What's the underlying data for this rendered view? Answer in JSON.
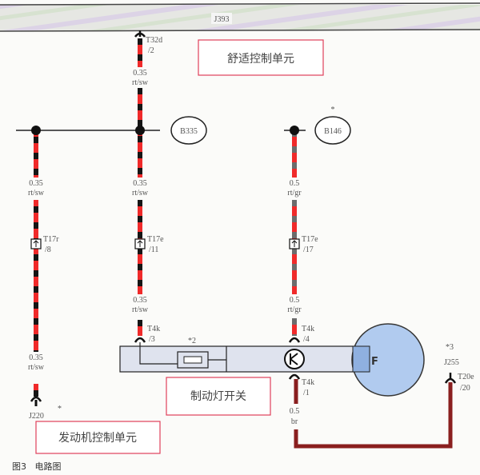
{
  "top_module": {
    "label": "J393",
    "title": "舒适控制单元"
  },
  "wire_left": {
    "upper_label": [
      "0.35",
      "rt/sw"
    ],
    "connector": [
      "T17r",
      "/8"
    ],
    "lower_label": [
      "0.35",
      "rt/sw"
    ],
    "end_label": "J220",
    "star": "*"
  },
  "wire_middle": {
    "top_connector": [
      "T32d",
      "/2"
    ],
    "top_label": [
      "0.35",
      "rt/sw"
    ],
    "upper_label": [
      "0.35",
      "rt/sw"
    ],
    "connector": [
      "T17e",
      "/11"
    ],
    "lower_label": [
      "0.35",
      "rt/sw"
    ],
    "bottom_connector": [
      "T4k",
      "/3"
    ]
  },
  "wire_right": {
    "upper_label": [
      "0.5",
      "rt/gr"
    ],
    "connector": [
      "T17e",
      "/17"
    ],
    "lower_label": [
      "0.5",
      "rt/gr"
    ],
    "bottom_connector": [
      "T4k",
      "/4"
    ]
  },
  "junctions": {
    "b335": "B335",
    "b146": "B146",
    "b146_star": "*"
  },
  "switch": {
    "fuse_note": "*2",
    "f_label": "F",
    "title": "制动灯开关",
    "out_connector": [
      "T4k",
      "/1"
    ],
    "out_label": [
      "0.5",
      "br"
    ]
  },
  "ecu": {
    "note": "*3",
    "label": "J255",
    "connector": [
      "T20e",
      "/20"
    ]
  },
  "engine_box": {
    "title": "发动机控制单元"
  },
  "caption": "图3   电路图",
  "colors": {
    "wire_red": "#f02a2a",
    "wire_black": "#151515",
    "wire_gray": "#6c6c6c",
    "wire_brown": "#8a1f1f",
    "module_fill": "#dfe3ee",
    "f_circle": "#a9c6ee",
    "box_border": "#e0405a"
  }
}
